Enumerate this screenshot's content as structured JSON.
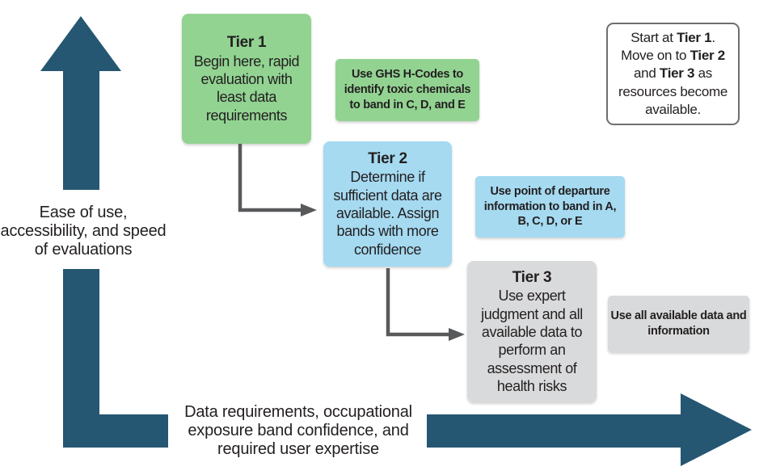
{
  "colors": {
    "green": "#92d392",
    "blue": "#a5daf1",
    "gray": "#d9dadb",
    "axis_arrow": "#255672",
    "connector": "#58595b",
    "note_border": "#6d6e71",
    "text": "#231f20"
  },
  "axes": {
    "y_label": "Ease of use, accessibility, and speed of evaluations",
    "x_label": "Data requirements, occupational exposure band confidence, and required user expertise"
  },
  "tiers": [
    {
      "title": "Tier 1",
      "body": "Begin here, rapid evaluation with least data requirements",
      "color": "green"
    },
    {
      "title": "Tier 2",
      "body": "Determine if sufficient data are available. Assign bands with more confidence",
      "color": "blue"
    },
    {
      "title": "Tier 3",
      "body": "Use expert judgment and all available data to perform an assessment of health risks",
      "color": "gray"
    }
  ],
  "side_notes": [
    {
      "text": "Use GHS H-Codes to identify toxic chemicals to band in C, D, and E",
      "color": "green"
    },
    {
      "text": "Use point of departure information to band in A, B, C, D, or E",
      "color": "blue"
    },
    {
      "text": "Use all available data and information",
      "color": "gray"
    }
  ],
  "note": {
    "segments": [
      {
        "text": "Start at ",
        "bold": false
      },
      {
        "text": "Tier 1",
        "bold": true
      },
      {
        "text": ". Move on to ",
        "bold": false
      },
      {
        "text": "Tier 2",
        "bold": true
      },
      {
        "text": " and ",
        "bold": false
      },
      {
        "text": "Tier 3",
        "bold": true
      },
      {
        "text": " as resources become available.",
        "bold": false
      }
    ]
  }
}
